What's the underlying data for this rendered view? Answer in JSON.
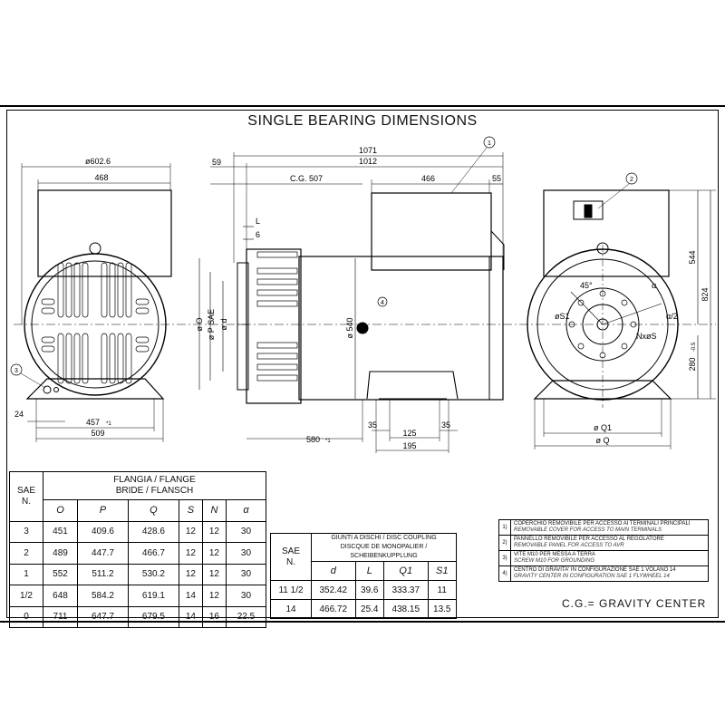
{
  "title": "SINGLE BEARING DIMENSIONS",
  "front_view": {
    "phi602": "ø602.6",
    "w468": "468",
    "d24": "24",
    "d457": "457",
    "star": "*1",
    "d509": "509",
    "callout3": "3"
  },
  "side_view": {
    "d1071": "1071",
    "d59": "59",
    "d1012": "1012",
    "cg507": "C.G. 507",
    "d466": "466",
    "d55": "55",
    "L": "L",
    "d6": "6",
    "phiO": "ø O",
    "phiP": "ø P SAE",
    "phid": "ø d",
    "phi540": "ø 540",
    "d35a": "35",
    "d35b": "35",
    "d125": "125",
    "d195": "195",
    "d580": "580",
    "star": "*1",
    "callout1": "1",
    "callout4": "4"
  },
  "rear_view": {
    "d544": "544",
    "d824": "824",
    "d280": "280",
    "d280tol": "-0.5",
    "phiS1": "øS1",
    "deg45": "45°",
    "alpha": "α",
    "alpha2": "α/2",
    "nxs": "NxøS",
    "phiQ1": "ø Q1",
    "phiQ": "ø Q",
    "callout2": "2"
  },
  "flange_table": {
    "sae_label": "SAE",
    "n_label": "N.",
    "header1": "FLANGIA / FLANGE",
    "header2": "BRIDE / FLANSCH",
    "cols": [
      "O",
      "P",
      "Q",
      "S",
      "N",
      "α"
    ],
    "rows": [
      [
        "3",
        "451",
        "409.6",
        "428.6",
        "12",
        "12",
        "30"
      ],
      [
        "2",
        "489",
        "447.7",
        "466.7",
        "12",
        "12",
        "30"
      ],
      [
        "1",
        "552",
        "511.2",
        "530.2",
        "12",
        "12",
        "30"
      ],
      [
        "1/2",
        "648",
        "584.2",
        "619.1",
        "14",
        "12",
        "30"
      ],
      [
        "0",
        "711",
        "647.7",
        "679.5",
        "14",
        "16",
        "22.5"
      ]
    ]
  },
  "coupling_table": {
    "sae_label": "SAE",
    "n_label": "N.",
    "header1": "GIUNTI A DISCHI / DISC COUPLING",
    "header2": "DISCQUE DE MONOPALIER / SCHEIBENKUPPLUNG",
    "cols": [
      "d",
      "L",
      "Q1",
      "S1"
    ],
    "rows": [
      [
        "11 1/2",
        "352.42",
        "39.6",
        "333.37",
        "11"
      ],
      [
        "14",
        "466.72",
        "25.4",
        "438.15",
        "13.5"
      ]
    ]
  },
  "notes": [
    {
      "n": "1)",
      "main": "COPERCHIO REMOVIBILE PER ACCESSO AI TERMINALI PRINCIPALI",
      "sub": "REMOVABLE COVER FOR ACCESS TO MAIN TERMINALS"
    },
    {
      "n": "2)",
      "main": "PANNELLO REMOVIBILE PER ACCESSO AL REGOLATORE",
      "sub": "REMOVABLE PANEL FOR ACCESS TO AVR"
    },
    {
      "n": "3)",
      "main": "VITE M10 PER MESSA A TERRA",
      "sub": "SCREW M10 FOR GROUNDING"
    },
    {
      "n": "4)",
      "main": "CENTRO DI GRAVITA' IN CONFIGURAZIONE SAE 1 VOLANO 14",
      "sub": "GRAVITY CENTER IN CONFIGURATION SAE 1 FLYWHEEL 14"
    }
  ],
  "cg_legend": "C.G.= GRAVITY CENTER"
}
